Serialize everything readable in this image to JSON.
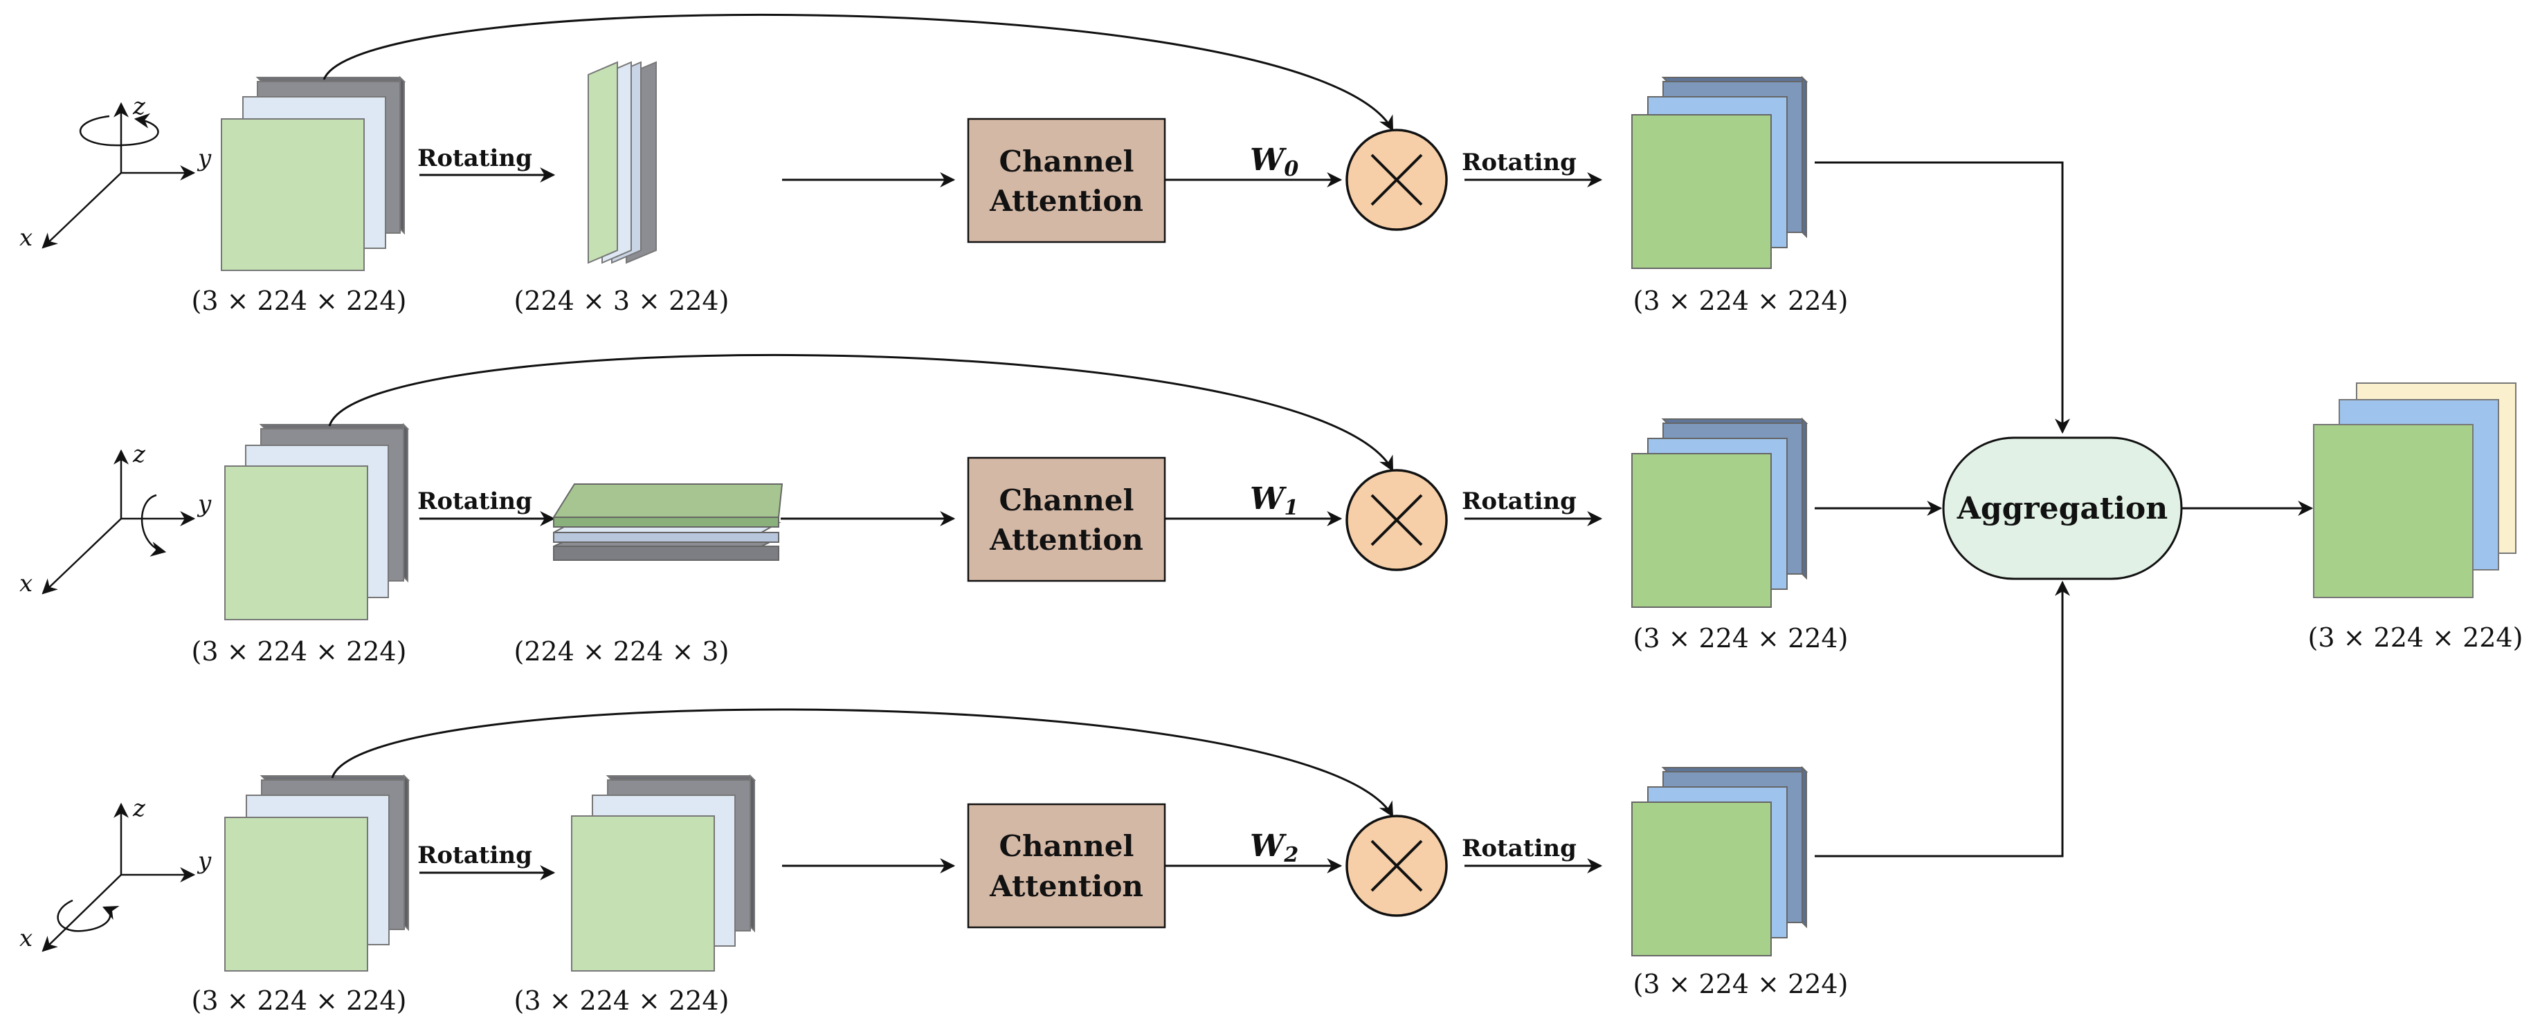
{
  "colors": {
    "stack_gray": "#8c8d92",
    "stack_light_blue": "#dde8f4",
    "stack_light_green": "#c5e1b4",
    "output_dark_blue": "#7e98bc",
    "output_blue": "#9ec4ee",
    "output_green": "#a7d08a",
    "final_cream": "#fbf0ce",
    "channel_attention_fill": "#d4b8a6",
    "multiply_fill": "#f6cfa8",
    "aggregation_fill": "#e1f1e6"
  },
  "rows": [
    {
      "input_dim": "(3 × 224 × 224)",
      "rotate_label": "Rotating",
      "rotated_dim": "(224 × 3 × 224)",
      "ca_line1": "Channel",
      "ca_line2": "Attention",
      "weight": "W",
      "weight_sub": "0",
      "rotate_back_label": "Rotating",
      "output_dim": "(3 × 224 × 224)"
    },
    {
      "input_dim": "(3 × 224 × 224)",
      "rotate_label": "Rotating",
      "rotated_dim": "(224 × 224 × 3)",
      "ca_line1": "Channel",
      "ca_line2": "Attention",
      "weight": "W",
      "weight_sub": "1",
      "rotate_back_label": "Rotating",
      "output_dim": "(3 × 224 × 224)"
    },
    {
      "input_dim": "(3 × 224 × 224)",
      "rotate_label": "Rotating",
      "rotated_dim": "(3 × 224 × 224)",
      "ca_line1": "Channel",
      "ca_line2": "Attention",
      "weight": "W",
      "weight_sub": "2",
      "rotate_back_label": "Rotating",
      "output_dim": "(3 × 224 × 224)"
    }
  ],
  "axes": {
    "x": "x",
    "y": "y",
    "z": "z"
  },
  "aggregation": {
    "label": "Aggregation"
  },
  "final": {
    "dim": "(3 × 224 × 224)"
  }
}
